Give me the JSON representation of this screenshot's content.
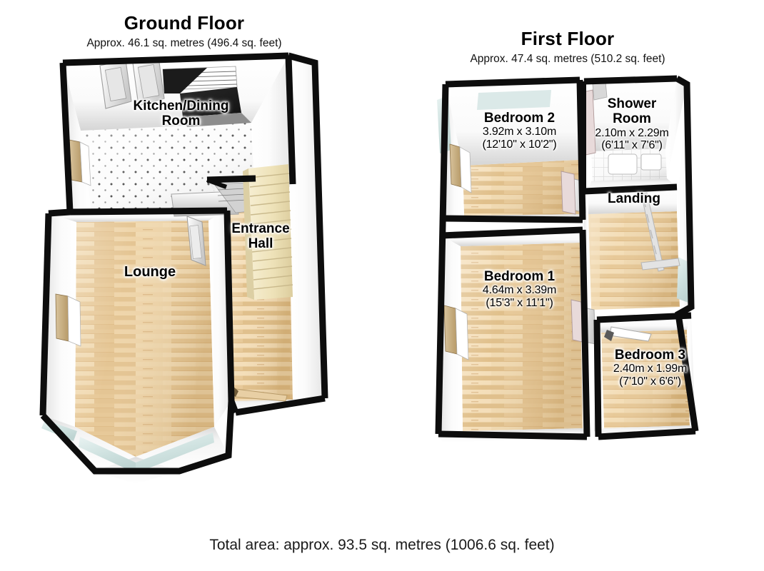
{
  "document": {
    "type": "floorplan",
    "total_area": "Total area: approx. 93.5 sq. metres (1006.6 sq. feet)"
  },
  "floors": [
    {
      "id": "ground",
      "title": "Ground Floor",
      "subtitle": "Approx. 46.1 sq. metres (496.4 sq. feet)",
      "rooms": [
        {
          "id": "kitchen-dining",
          "name": "Kitchen/Dining",
          "name2": "Room",
          "dim_m": "",
          "dim_ft": "",
          "floor": "tile-dot"
        },
        {
          "id": "lounge",
          "name": "Lounge",
          "name2": "",
          "dim_m": "",
          "dim_ft": "",
          "floor": "wood"
        },
        {
          "id": "entrance-hall",
          "name": "Entrance",
          "name2": "Hall",
          "dim_m": "",
          "dim_ft": "",
          "floor": "wood"
        }
      ]
    },
    {
      "id": "first",
      "title": "First Floor",
      "subtitle": "Approx. 47.4 sq. metres (510.2 sq. feet)",
      "rooms": [
        {
          "id": "bedroom-2",
          "name": "Bedroom 2",
          "name2": "",
          "dim_m": "3.92m x 3.10m",
          "dim_ft": "(12'10\" x 10'2\")",
          "floor": "wood"
        },
        {
          "id": "shower-room",
          "name": "Shower",
          "name2": "Room",
          "dim_m": "2.10m x 2.29m",
          "dim_ft": "(6'11\" x 7'6\")",
          "floor": "tile"
        },
        {
          "id": "landing",
          "name": "Landing",
          "name2": "",
          "dim_m": "",
          "dim_ft": "",
          "floor": "wood"
        },
        {
          "id": "bedroom-1",
          "name": "Bedroom 1",
          "name2": "",
          "dim_m": "4.64m x 3.39m",
          "dim_ft": "(15'3\" x 11'1\")",
          "floor": "wood"
        },
        {
          "id": "bedroom-3",
          "name": "Bedroom 3",
          "name2": "",
          "dim_m": "2.40m x 1.99m",
          "dim_ft": "(7'10\" x 6'6\")",
          "floor": "wood"
        }
      ]
    }
  ],
  "colors": {
    "wall_outline": "#0d0d0d",
    "wall_face": "#f7f7f7",
    "wall_shadow": "#d8d8d8",
    "floor_wood_light": "#f2d8ae",
    "floor_wood_mid": "#e4c28d",
    "floor_wood_dark": "#cfa468",
    "floor_tile": "#fbfbfb",
    "glass": "#dbe9e8",
    "stairs": "#efe4c0",
    "stairs_edge": "#d6c79a",
    "background": "#ffffff",
    "text": "#000000"
  }
}
